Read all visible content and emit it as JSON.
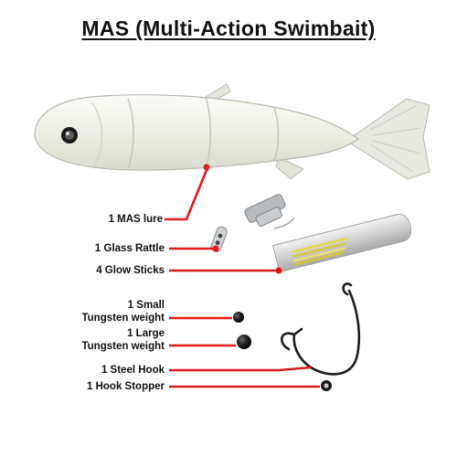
{
  "title": "MAS (Multi-Action Swimbait)",
  "labels": {
    "lure": "1 MAS lure",
    "rattle": "1 Glass Rattle",
    "glow": "4 Glow Sticks",
    "small_line1": "1 Small",
    "small_line2": "Tungsten weight",
    "large_line1": "1 Large",
    "large_line2": "Tungsten weight",
    "hook": "1 Steel Hook",
    "stopper": "1 Hook Stopper"
  },
  "colors": {
    "leader_line": "#e01b1b",
    "text": "#111111",
    "lure_body": "#eef0e8"
  },
  "icons": [
    "lure-image",
    "glass-rattle-image",
    "glow-stick-tube-image",
    "tungsten-weight-image",
    "steel-hook-image",
    "hook-stopper-image"
  ]
}
